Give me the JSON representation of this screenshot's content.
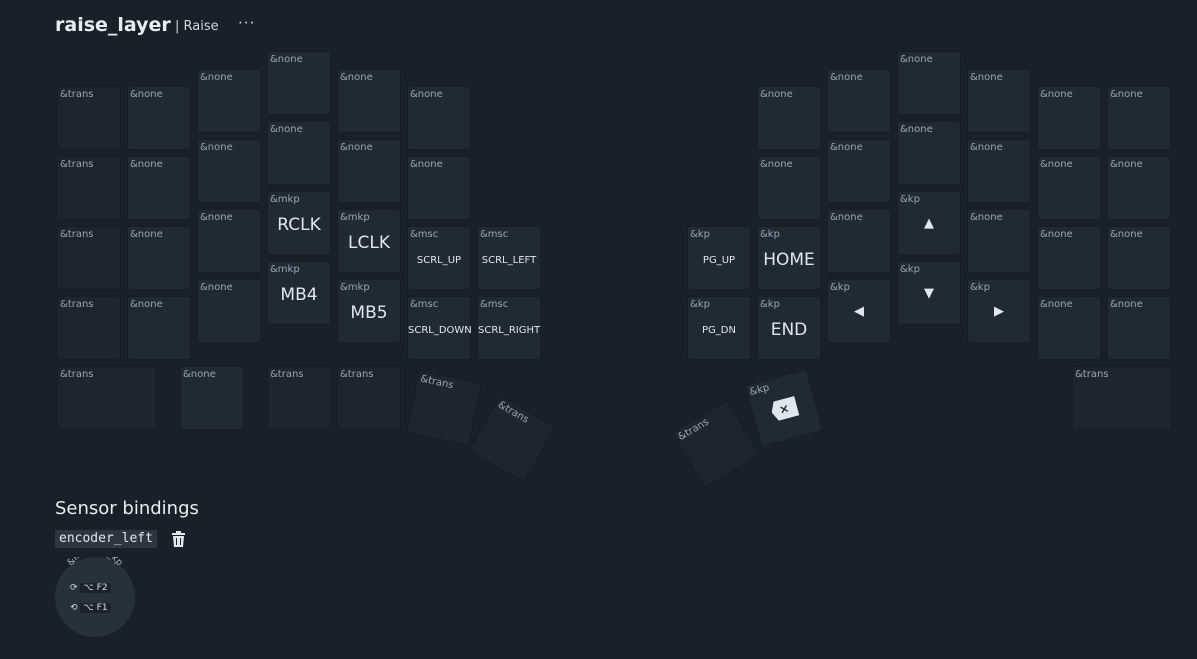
{
  "header": {
    "title": "raise_layer",
    "alias": "| Raise",
    "more_label": "···"
  },
  "keys": [
    {
      "b": "&trans"
    },
    {
      "b": "&none"
    },
    {
      "b": "&none"
    },
    {
      "b": "&none"
    },
    {
      "b": "&none"
    },
    {
      "b": "&none"
    },
    {
      "b": "&none"
    },
    {
      "b": "&none"
    },
    {
      "b": "&none"
    },
    {
      "b": "&none"
    },
    {
      "b": "&none"
    },
    {
      "b": "&none"
    },
    {
      "b": "&trans"
    },
    {
      "b": "&none"
    },
    {
      "b": "&none"
    },
    {
      "b": "&none"
    },
    {
      "b": "&none"
    },
    {
      "b": "&none"
    },
    {
      "b": "&none"
    },
    {
      "b": "&none"
    },
    {
      "b": "&none"
    },
    {
      "b": "&none"
    },
    {
      "b": "&none"
    },
    {
      "b": "&none"
    },
    {
      "b": "&trans"
    },
    {
      "b": "&none"
    },
    {
      "b": "&none"
    },
    {
      "b": "&mkp",
      "p": "RCLK"
    },
    {
      "b": "&mkp",
      "p": "LCLK"
    },
    {
      "b": "&msc",
      "p": "SCRL_UP"
    },
    {
      "b": "&msc",
      "p": "SCRL_LEFT"
    },
    {
      "b": "&kp",
      "p": "PG_UP"
    },
    {
      "b": "&kp",
      "p": "HOME"
    },
    {
      "b": "&none"
    },
    {
      "b": "&kp",
      "p": "▲"
    },
    {
      "b": "&none"
    },
    {
      "b": "&none"
    },
    {
      "b": "&none"
    },
    {
      "b": "&trans"
    },
    {
      "b": "&none"
    },
    {
      "b": "&none"
    },
    {
      "b": "&mkp",
      "p": "MB4"
    },
    {
      "b": "&mkp",
      "p": "MB5"
    },
    {
      "b": "&msc",
      "p": "SCRL_DOWN"
    },
    {
      "b": "&msc",
      "p": "SCRL_RIGHT"
    },
    {
      "b": "&kp",
      "p": "PG_DN"
    },
    {
      "b": "&kp",
      "p": "END"
    },
    {
      "b": "&kp",
      "p": "◀"
    },
    {
      "b": "&kp",
      "p": "▼"
    },
    {
      "b": "&kp",
      "p": "▶"
    },
    {
      "b": "&none"
    },
    {
      "b": "&none"
    },
    {
      "b": "&trans"
    },
    {
      "b": "&none"
    },
    {
      "b": "&trans"
    },
    {
      "b": "&trans"
    },
    {
      "b": "&trans"
    },
    {
      "b": "&trans"
    },
    {
      "b": "&trans"
    },
    {
      "b": "&kp",
      "p": "×"
    },
    {
      "b": "&trans"
    }
  ],
  "sensors": {
    "title": "Sensor bindings",
    "encoder_name": "encoder_left",
    "binding_label": "&inc_dec_kp",
    "cw": {
      "mod": "⌥",
      "key": "F2"
    },
    "ccw": {
      "mod": "⌥",
      "key": "F1"
    }
  }
}
